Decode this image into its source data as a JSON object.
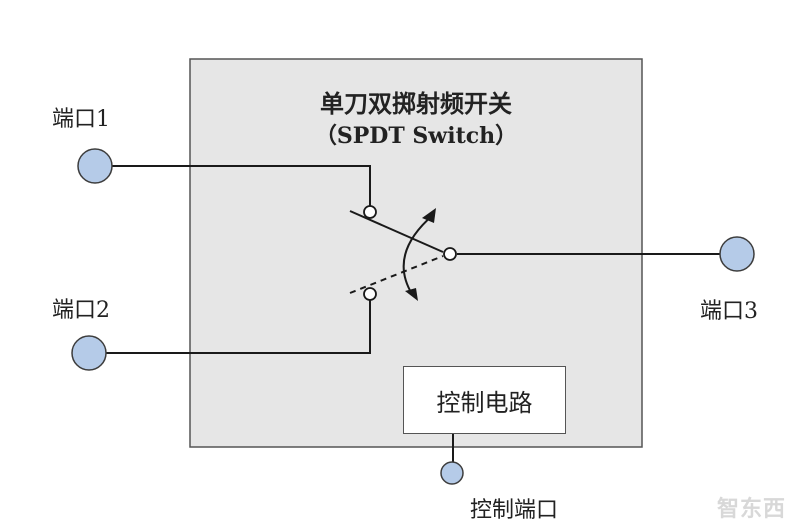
{
  "title": {
    "line1": "单刀双掷射频开关",
    "line2": "（SPDT Switch）"
  },
  "ports": {
    "port1": "端口1",
    "port2": "端口2",
    "port3": "端口3",
    "control_port": "控制端口"
  },
  "control_box": {
    "label": "控制电路"
  },
  "watermark": "智东西",
  "colors": {
    "box_fill": "#e6e6e6",
    "box_stroke": "#555555",
    "port_fill": "#b5cbe8",
    "port_stroke": "#3d3d3d",
    "line": "#1a1a1a"
  }
}
